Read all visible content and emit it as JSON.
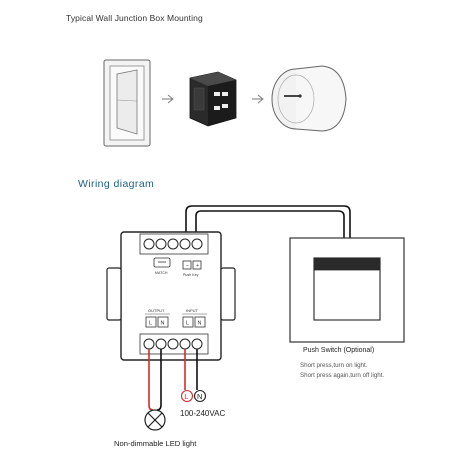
{
  "section_mounting": {
    "title": "Typical Wall Junction Box Mounting"
  },
  "section_wiring": {
    "title": "Wiring diagram"
  },
  "controller": {
    "match_label": "MATCH",
    "push_key_label": "Push Key",
    "minus_label": "−",
    "plus_label": "+",
    "output_label": "OUTPUT",
    "input_label": "INPUT",
    "output_l": "L",
    "output_n": "N",
    "input_l": "L",
    "input_n": "N"
  },
  "power": {
    "l_marker": "L",
    "n_marker": "N",
    "voltage": "100-240VAC"
  },
  "load": {
    "label": "Non-dimmable LED light"
  },
  "push_switch": {
    "title": "Push Switch (Optional)",
    "note_1": "Short press,turn on light.",
    "note_2": "Short press again,turn off light."
  },
  "colors": {
    "red_wire": "#d62b2b",
    "black_wire": "#222222",
    "heading_blue": "#1f5f86"
  }
}
